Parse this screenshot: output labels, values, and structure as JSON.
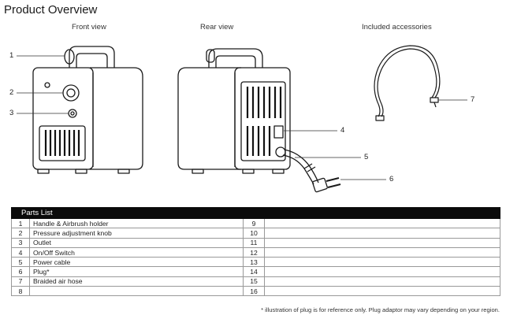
{
  "page": {
    "title": "Product Overview",
    "views": {
      "front": "Front view",
      "rear": "Rear view",
      "accessories": "Included accessories"
    },
    "callouts": [
      "1",
      "2",
      "3",
      "4",
      "5",
      "6",
      "7"
    ],
    "footnote": "* illustration of plug is for reference only. Plug adaptor may vary depending on your region."
  },
  "parts_list": {
    "header": "Parts List",
    "left": [
      {
        "no": "1",
        "name": "Handle & Airbrush holder"
      },
      {
        "no": "2",
        "name": "Pressure adjustment knob"
      },
      {
        "no": "3",
        "name": "Outlet"
      },
      {
        "no": "4",
        "name": "On/Off Switch"
      },
      {
        "no": "5",
        "name": "Power cable"
      },
      {
        "no": "6",
        "name": "Plug*"
      },
      {
        "no": "7",
        "name": "Braided air hose"
      },
      {
        "no": "8",
        "name": ""
      }
    ],
    "right": [
      {
        "no": "9",
        "name": ""
      },
      {
        "no": "10",
        "name": ""
      },
      {
        "no": "11",
        "name": ""
      },
      {
        "no": "12",
        "name": ""
      },
      {
        "no": "13",
        "name": ""
      },
      {
        "no": "14",
        "name": ""
      },
      {
        "no": "15",
        "name": ""
      },
      {
        "no": "16",
        "name": ""
      }
    ]
  }
}
